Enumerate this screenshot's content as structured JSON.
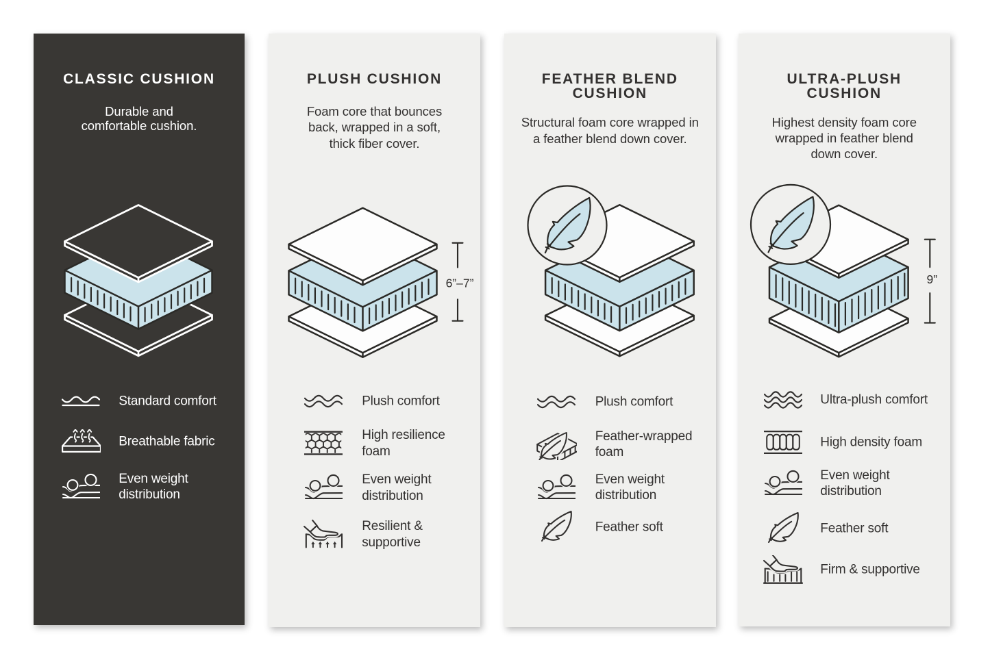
{
  "page": {
    "background": "#ffffff",
    "title": "Cushion comparison infographic"
  },
  "colors": {
    "dark_panel_background": "#393734",
    "light_panel_background": "#f0f0ee",
    "outline_ink": "#2b2a27",
    "text_dark": "#333130",
    "text_light": "#ffffff",
    "foam_blue": "#cbe3eb",
    "cover_white": "#fdfdfd"
  },
  "panels": [
    {
      "id": "classic-cushion",
      "theme": "dark",
      "title": "CLASSIC CUSHION",
      "description": "Durable and\ncomfortable cushion.",
      "diagram": {
        "type": "layered-cushion",
        "feather_badge": false,
        "dimension_label": null
      },
      "features": [
        {
          "icon": "wave-single-icon",
          "label": "Standard comfort"
        },
        {
          "icon": "breathable-icon",
          "label": "Breathable fabric"
        },
        {
          "icon": "even-weight-icon",
          "label": "Even weight\ndistribution"
        }
      ]
    },
    {
      "id": "plush-cushion",
      "theme": "light",
      "title": "PLUSH CUSHION",
      "description": "Foam core that bounces\nback, wrapped in a soft,\nthick fiber cover.",
      "diagram": {
        "type": "layered-cushion",
        "feather_badge": false,
        "dimension_label": "6”–7”"
      },
      "features": [
        {
          "icon": "waves-double-icon",
          "label": "Plush comfort"
        },
        {
          "icon": "honeycomb-icon",
          "label": "High resilience\nfoam"
        },
        {
          "icon": "even-weight-icon",
          "label": "Even weight\ndistribution"
        },
        {
          "icon": "resilient-icon",
          "label": "Resilient &\nsupportive"
        }
      ]
    },
    {
      "id": "feather-blend-cushion",
      "theme": "light",
      "title": "FEATHER BLEND\nCUSHION",
      "description": "Structural foam core wrapped in\na feather blend down cover.",
      "diagram": {
        "type": "layered-cushion",
        "feather_badge": true,
        "dimension_label": null
      },
      "features": [
        {
          "icon": "waves-double-icon",
          "label": "Plush comfort"
        },
        {
          "icon": "feather-foam-icon",
          "label": "Feather-wrapped\nfoam"
        },
        {
          "icon": "even-weight-icon",
          "label": "Even weight\ndistribution"
        },
        {
          "icon": "feather-icon",
          "label": "Feather soft"
        }
      ]
    },
    {
      "id": "ultra-plush-cushion",
      "theme": "light",
      "title": "ULTRA-PLUSH\nCUSHION",
      "description": "Highest density foam core\nwrapped in feather blend\ndown cover.",
      "diagram": {
        "type": "layered-cushion",
        "feather_badge": true,
        "dimension_label": "9”"
      },
      "features": [
        {
          "icon": "waves-triple-icon",
          "label": "Ultra-plush comfort"
        },
        {
          "icon": "foam-pills-icon",
          "label": "High density foam"
        },
        {
          "icon": "even-weight-icon",
          "label": "Even weight\ndistribution"
        },
        {
          "icon": "feather-icon",
          "label": "Feather soft"
        },
        {
          "icon": "firm-icon",
          "label": "Firm & supportive"
        }
      ]
    }
  ]
}
